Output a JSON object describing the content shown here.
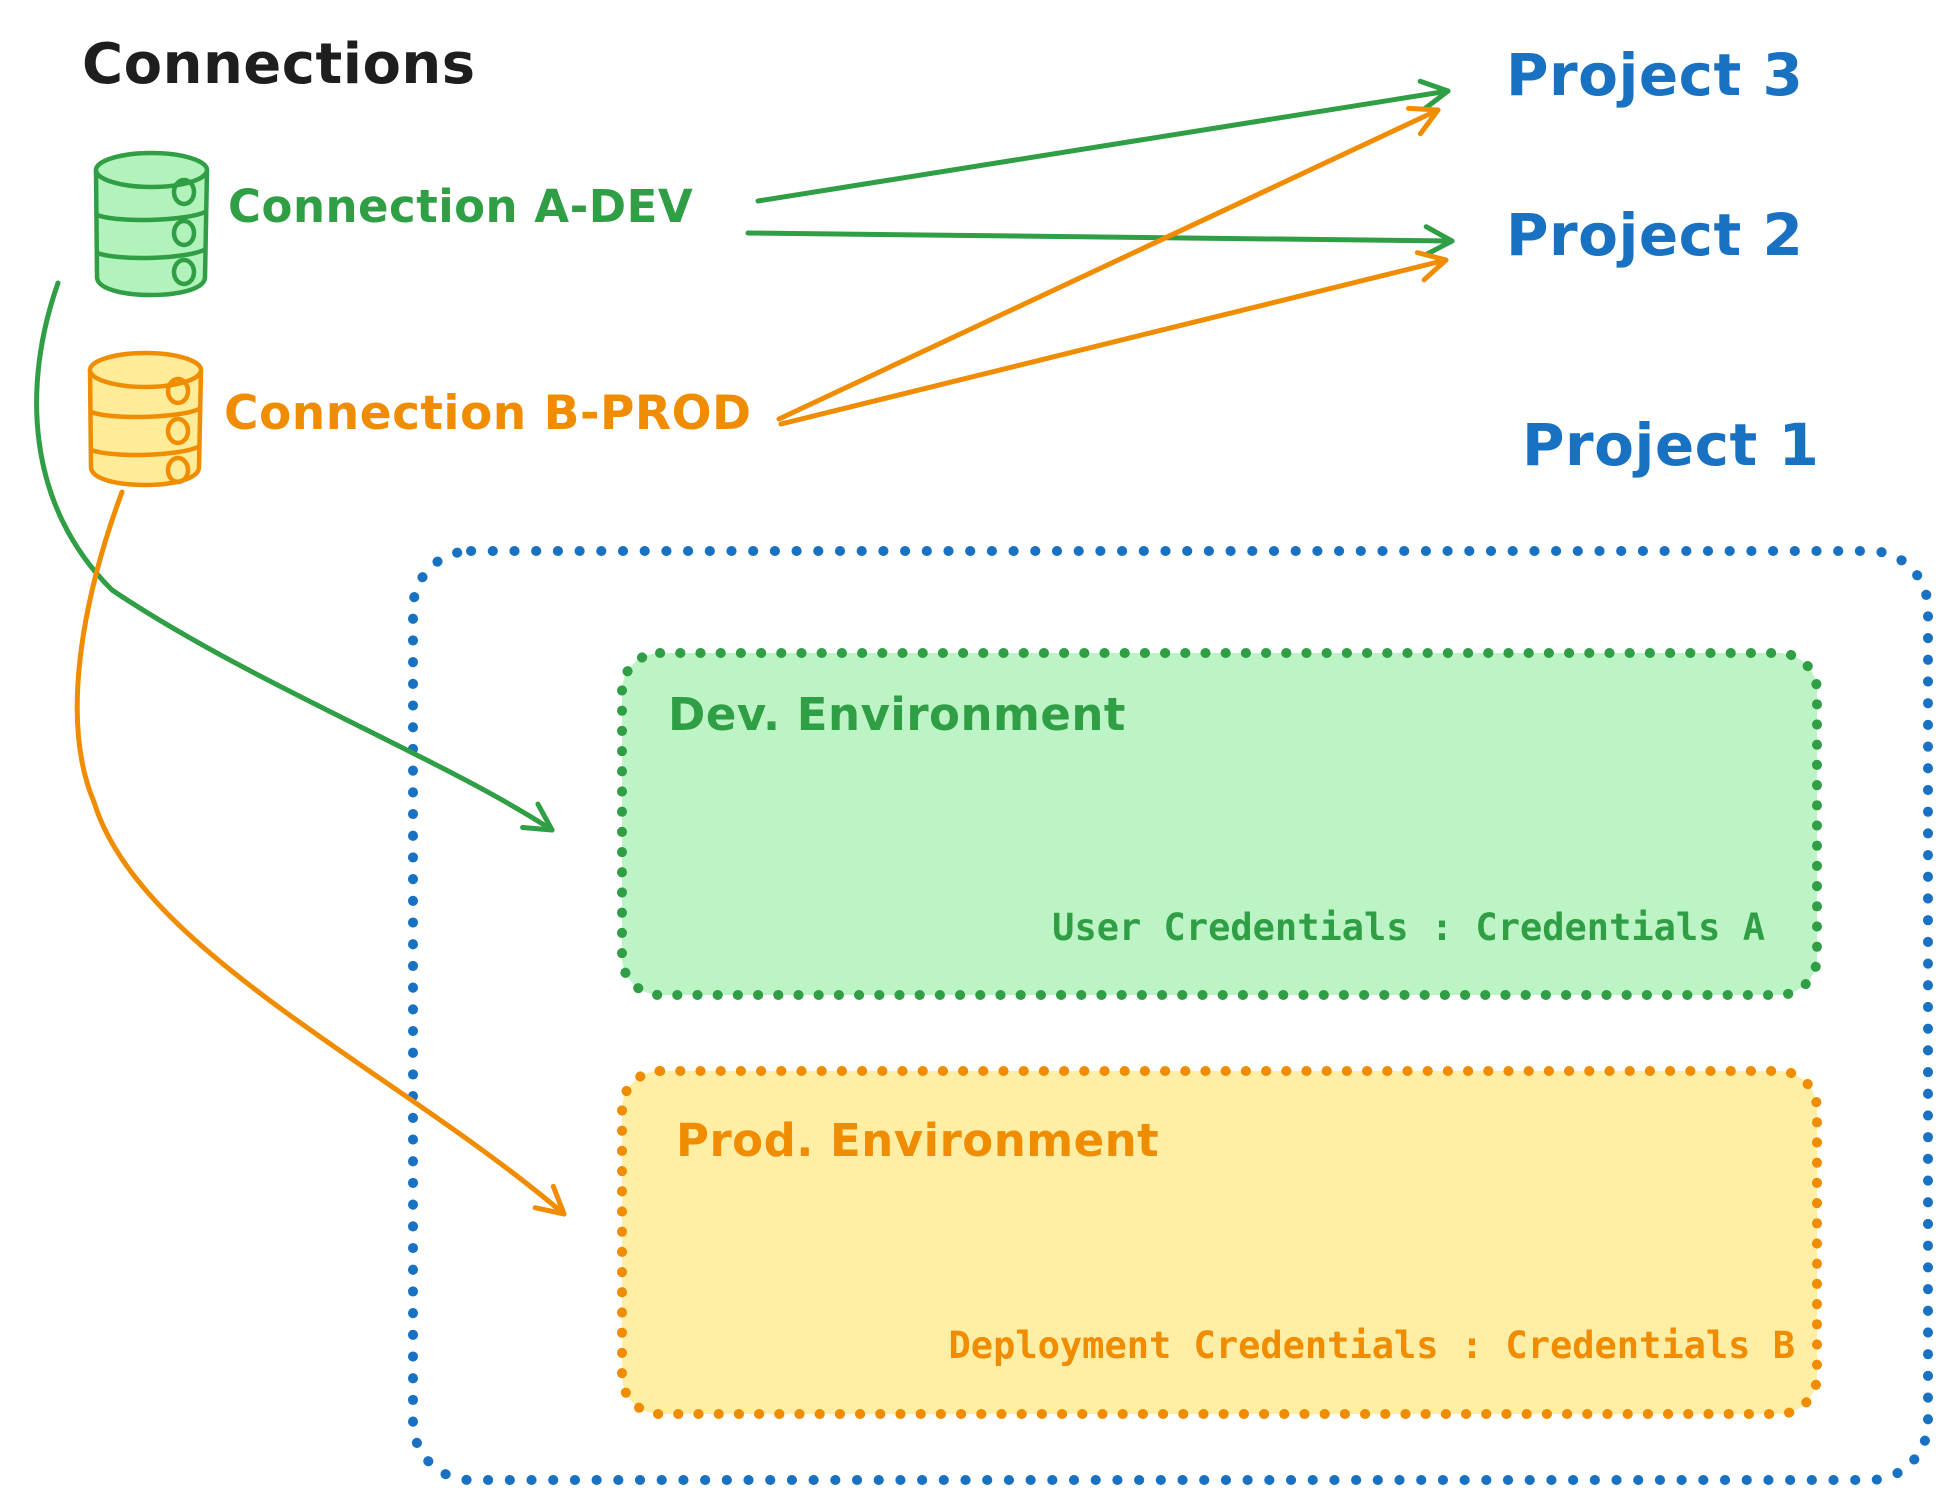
{
  "diagram": {
    "title": "Connections",
    "connections": [
      {
        "id": "a-dev",
        "label": "Connection A-DEV",
        "icon": "database-icon",
        "color": "#2f9e44",
        "fill": "#b2f2bb"
      },
      {
        "id": "b-prod",
        "label": "Connection B-PROD",
        "icon": "database-icon",
        "color": "#f08c00",
        "fill": "#ffec99"
      }
    ],
    "projects": [
      {
        "label": "Project 3"
      },
      {
        "label": "Project 2"
      },
      {
        "label": "Project 1"
      }
    ],
    "project1_environments": [
      {
        "title": "Dev. Environment",
        "credentials": "User Credentials : Credentials A",
        "color": "#2f9e44",
        "fill": "#b2f2bb"
      },
      {
        "title": "Prod. Environment",
        "credentials": "Deployment Credentials : Credentials B",
        "color": "#f08c00",
        "fill": "#ffec99"
      }
    ],
    "edges": [
      {
        "from": "Connection A-DEV",
        "to": "Project 3",
        "color": "#2f9e44"
      },
      {
        "from": "Connection A-DEV",
        "to": "Project 2",
        "color": "#2f9e44"
      },
      {
        "from": "Connection B-PROD",
        "to": "Project 3",
        "color": "#f08c00"
      },
      {
        "from": "Connection B-PROD",
        "to": "Project 2",
        "color": "#f08c00"
      },
      {
        "from": "Connection A-DEV",
        "to": "Dev. Environment",
        "color": "#2f9e44"
      },
      {
        "from": "Connection B-PROD",
        "to": "Prod. Environment",
        "color": "#f08c00"
      }
    ],
    "colors": {
      "green": "#2f9e44",
      "green_fill": "#b2f2bb",
      "orange": "#f08c00",
      "orange_fill": "#ffec99",
      "blue": "#1971c2",
      "ink": "#1e1e1e"
    }
  }
}
